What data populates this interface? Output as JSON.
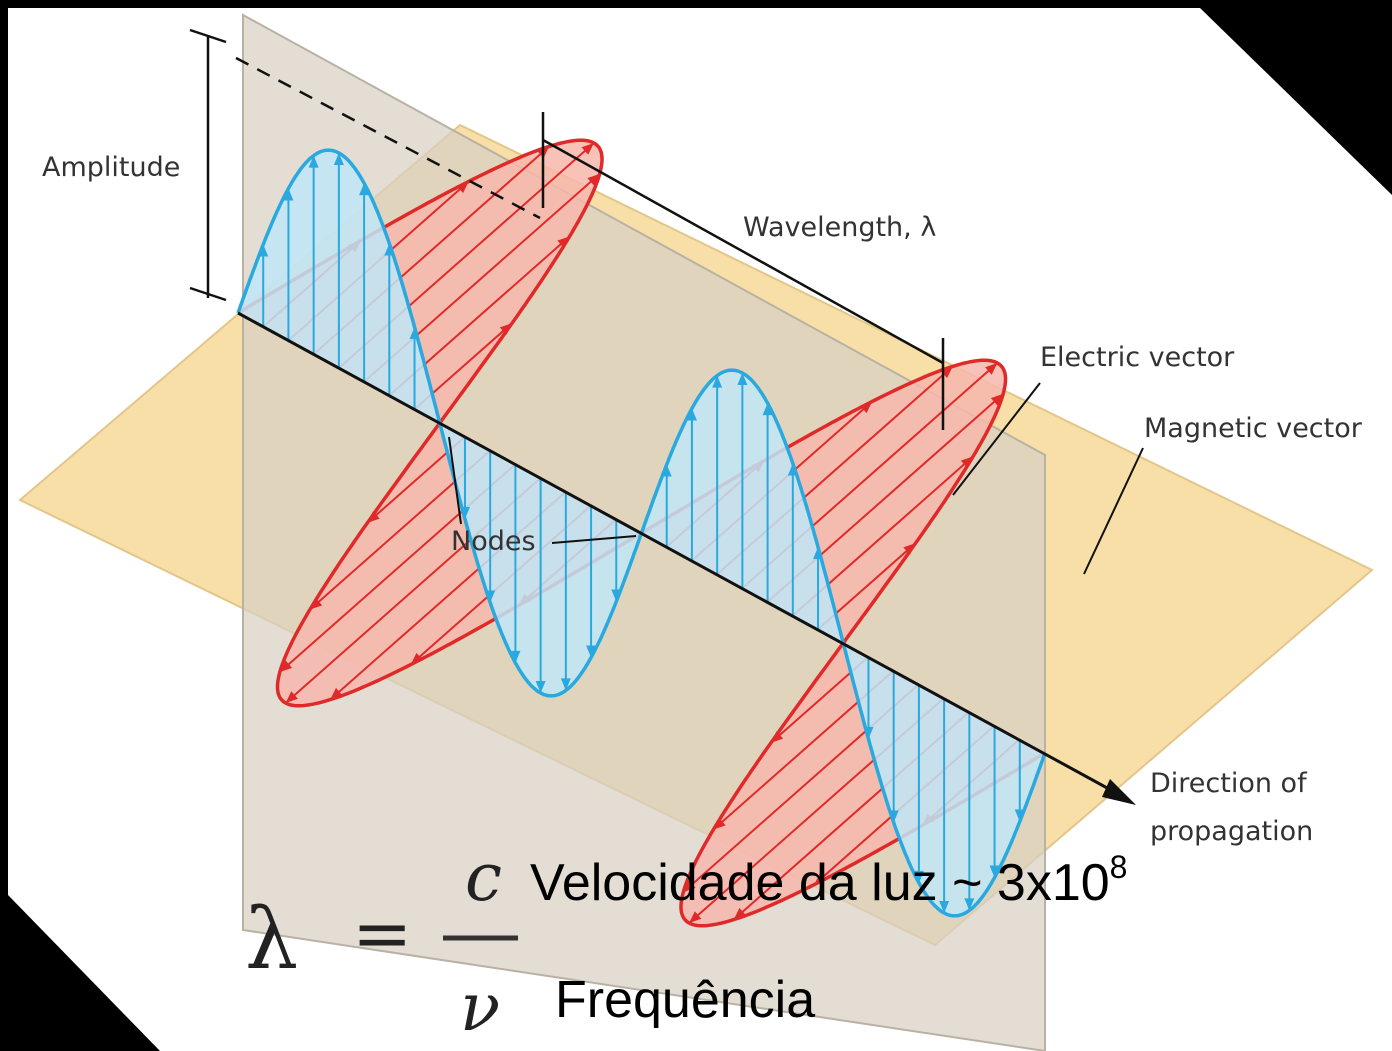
{
  "labels": {
    "amplitude": "Amplitude",
    "wavelength": "Wavelength, λ",
    "electric_vector": "Electric vector",
    "magnetic_vector": "Magnetic vector",
    "nodes": "Nodes",
    "direction_line1": "Direction of",
    "direction_line2": "propagation"
  },
  "formula": {
    "lhs": "λ",
    "equals": "=",
    "numerator": "c",
    "denominator": "ν",
    "numerator_desc": "Velocidade da luz ~ 3x10",
    "numerator_exp": "8",
    "denominator_desc": "Frequência"
  },
  "colors": {
    "background": "#000000",
    "panel": "#ffffff",
    "horizontal_plane": "#f8dfa8",
    "vertical_plane": "#d8d0c3",
    "electric_wave": "#29a9e0",
    "electric_fill": "#bfe6f7",
    "magnetic_wave": "#e02a2a",
    "magnetic_fill": "#f7b7ad"
  }
}
